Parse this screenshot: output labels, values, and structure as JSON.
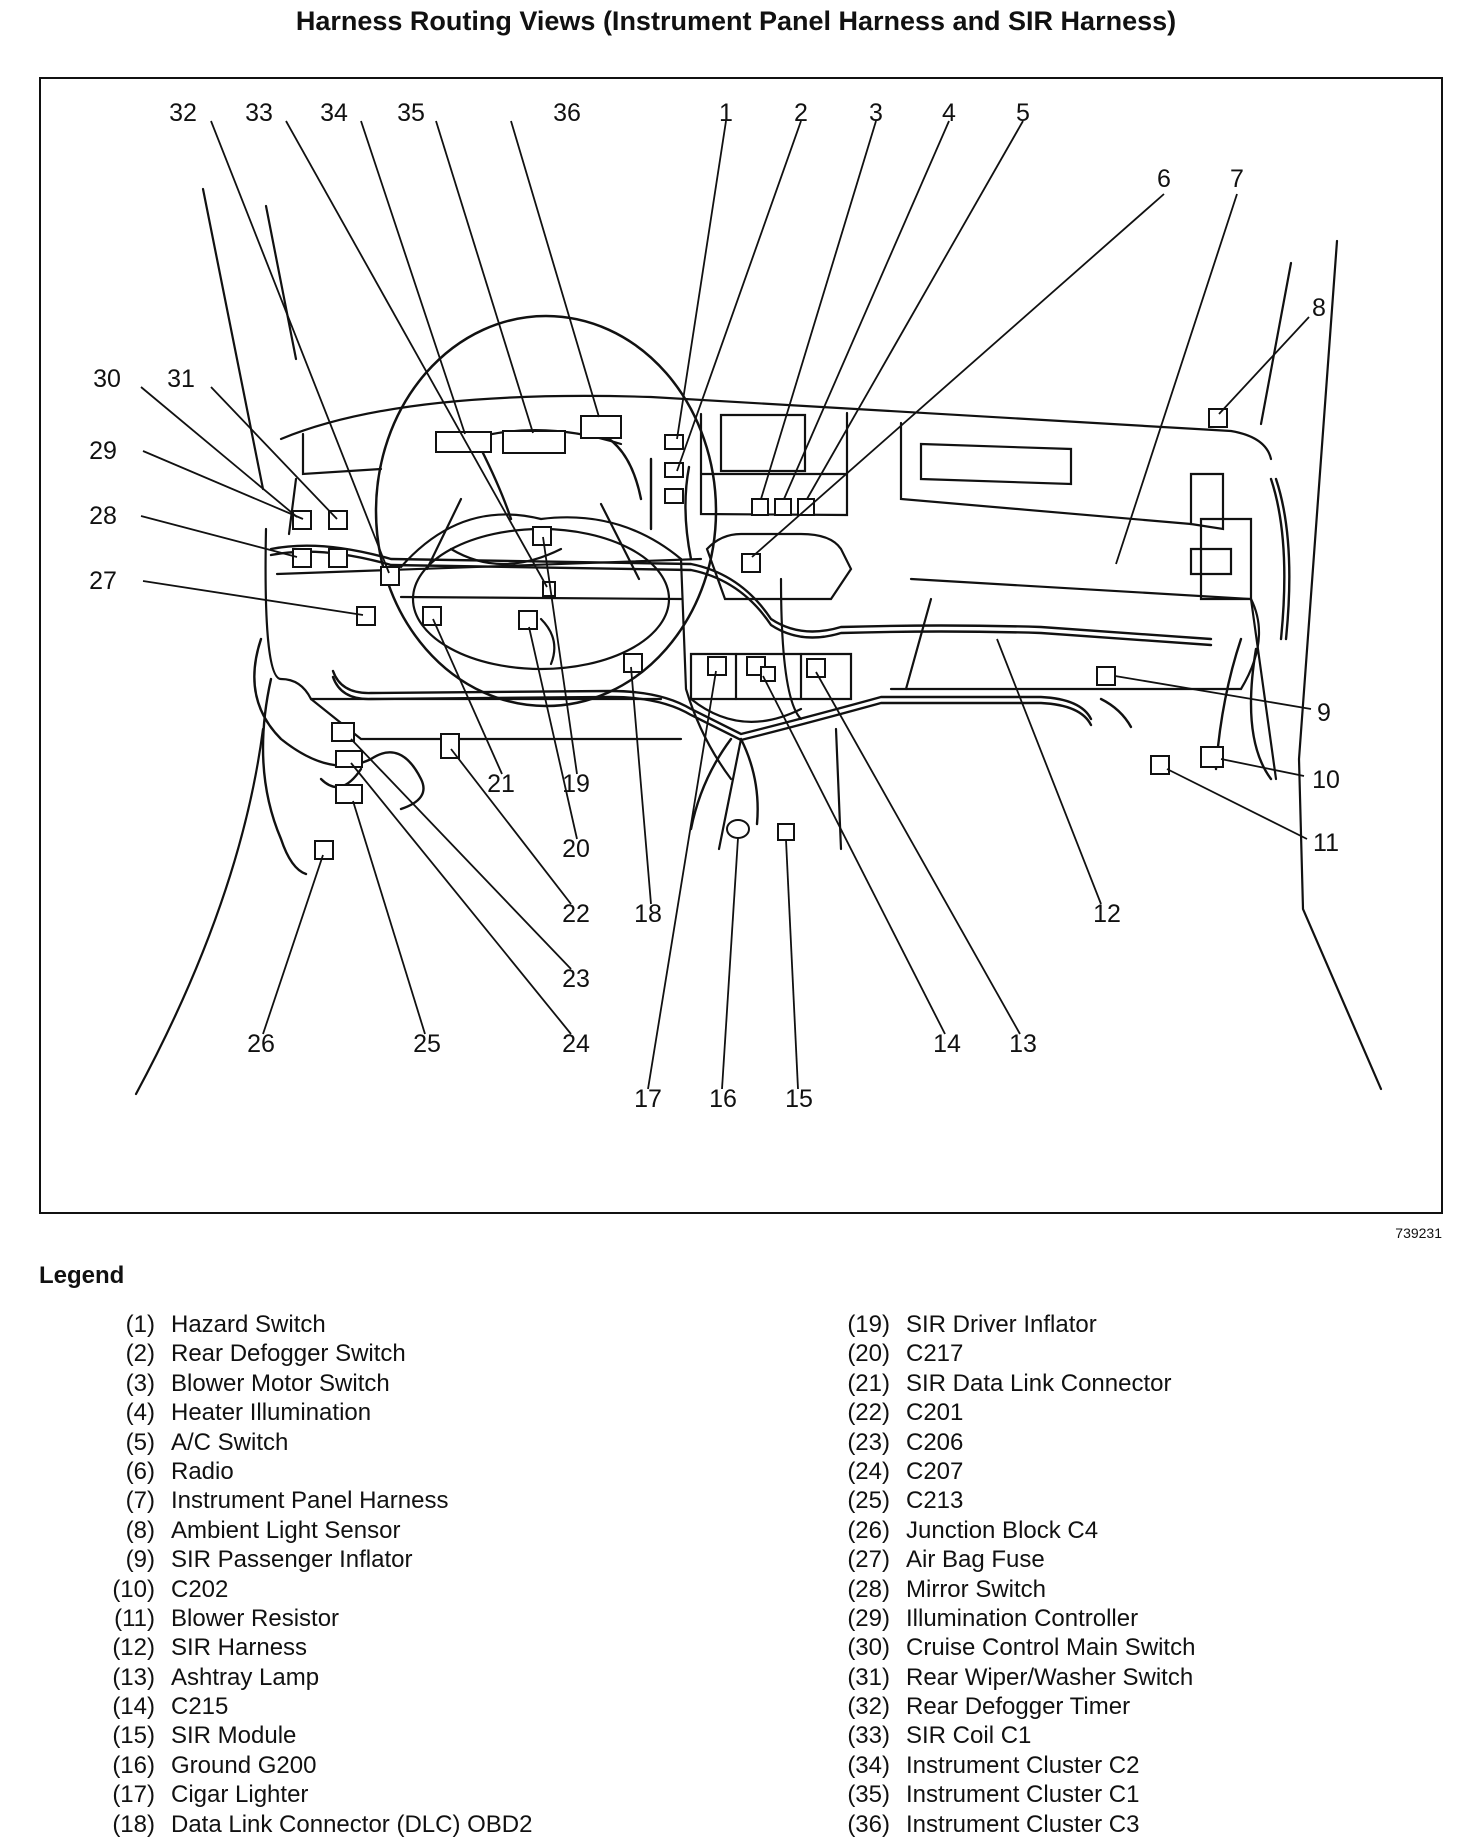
{
  "title": "Harness Routing Views (Instrument Panel Harness and SIR Harness)",
  "figure_id": "739231",
  "legend_heading": "Legend",
  "legend": [
    {
      "num": "(1)",
      "label": "Hazard Switch"
    },
    {
      "num": "(2)",
      "label": "Rear Defogger Switch"
    },
    {
      "num": "(3)",
      "label": "Blower Motor Switch"
    },
    {
      "num": "(4)",
      "label": "Heater Illumination"
    },
    {
      "num": "(5)",
      "label": "A/C Switch"
    },
    {
      "num": "(6)",
      "label": "Radio"
    },
    {
      "num": "(7)",
      "label": "Instrument Panel Harness"
    },
    {
      "num": "(8)",
      "label": "Ambient Light Sensor"
    },
    {
      "num": "(9)",
      "label": "SIR Passenger Inflator"
    },
    {
      "num": "(10)",
      "label": "C202"
    },
    {
      "num": "(11)",
      "label": "Blower Resistor"
    },
    {
      "num": "(12)",
      "label": "SIR Harness"
    },
    {
      "num": "(13)",
      "label": "Ashtray Lamp"
    },
    {
      "num": "(14)",
      "label": "C215"
    },
    {
      "num": "(15)",
      "label": "SIR Module"
    },
    {
      "num": "(16)",
      "label": "Ground G200"
    },
    {
      "num": "(17)",
      "label": "Cigar Lighter"
    },
    {
      "num": "(18)",
      "label": "Data Link Connector (DLC) OBD2"
    },
    {
      "num": "(19)",
      "label": "SIR Driver Inflator"
    },
    {
      "num": "(20)",
      "label": "C217"
    },
    {
      "num": "(21)",
      "label": "SIR Data Link Connector"
    },
    {
      "num": "(22)",
      "label": "C201"
    },
    {
      "num": "(23)",
      "label": "C206"
    },
    {
      "num": "(24)",
      "label": "C207"
    },
    {
      "num": "(25)",
      "label": "C213"
    },
    {
      "num": "(26)",
      "label": "Junction Block C4"
    },
    {
      "num": "(27)",
      "label": "Air Bag Fuse"
    },
    {
      "num": "(28)",
      "label": "Mirror Switch"
    },
    {
      "num": "(29)",
      "label": "Illumination Controller"
    },
    {
      "num": "(30)",
      "label": "Cruise Control Main Switch"
    },
    {
      "num": "(31)",
      "label": "Rear Wiper/Washer Switch"
    },
    {
      "num": "(32)",
      "label": "Rear Defogger Timer"
    },
    {
      "num": "(33)",
      "label": "SIR Coil C1"
    },
    {
      "num": "(34)",
      "label": "Instrument Cluster C2"
    },
    {
      "num": "(35)",
      "label": "Instrument Cluster C1"
    },
    {
      "num": "(36)",
      "label": "Instrument Cluster C3"
    }
  ],
  "callouts": [
    "1",
    "2",
    "3",
    "4",
    "5",
    "6",
    "7",
    "8",
    "9",
    "10",
    "11",
    "12",
    "13",
    "14",
    "15",
    "16",
    "17",
    "18",
    "19",
    "20",
    "21",
    "22",
    "23",
    "24",
    "25",
    "26",
    "27",
    "28",
    "29",
    "30",
    "31",
    "32",
    "33",
    "34",
    "35",
    "36"
  ]
}
